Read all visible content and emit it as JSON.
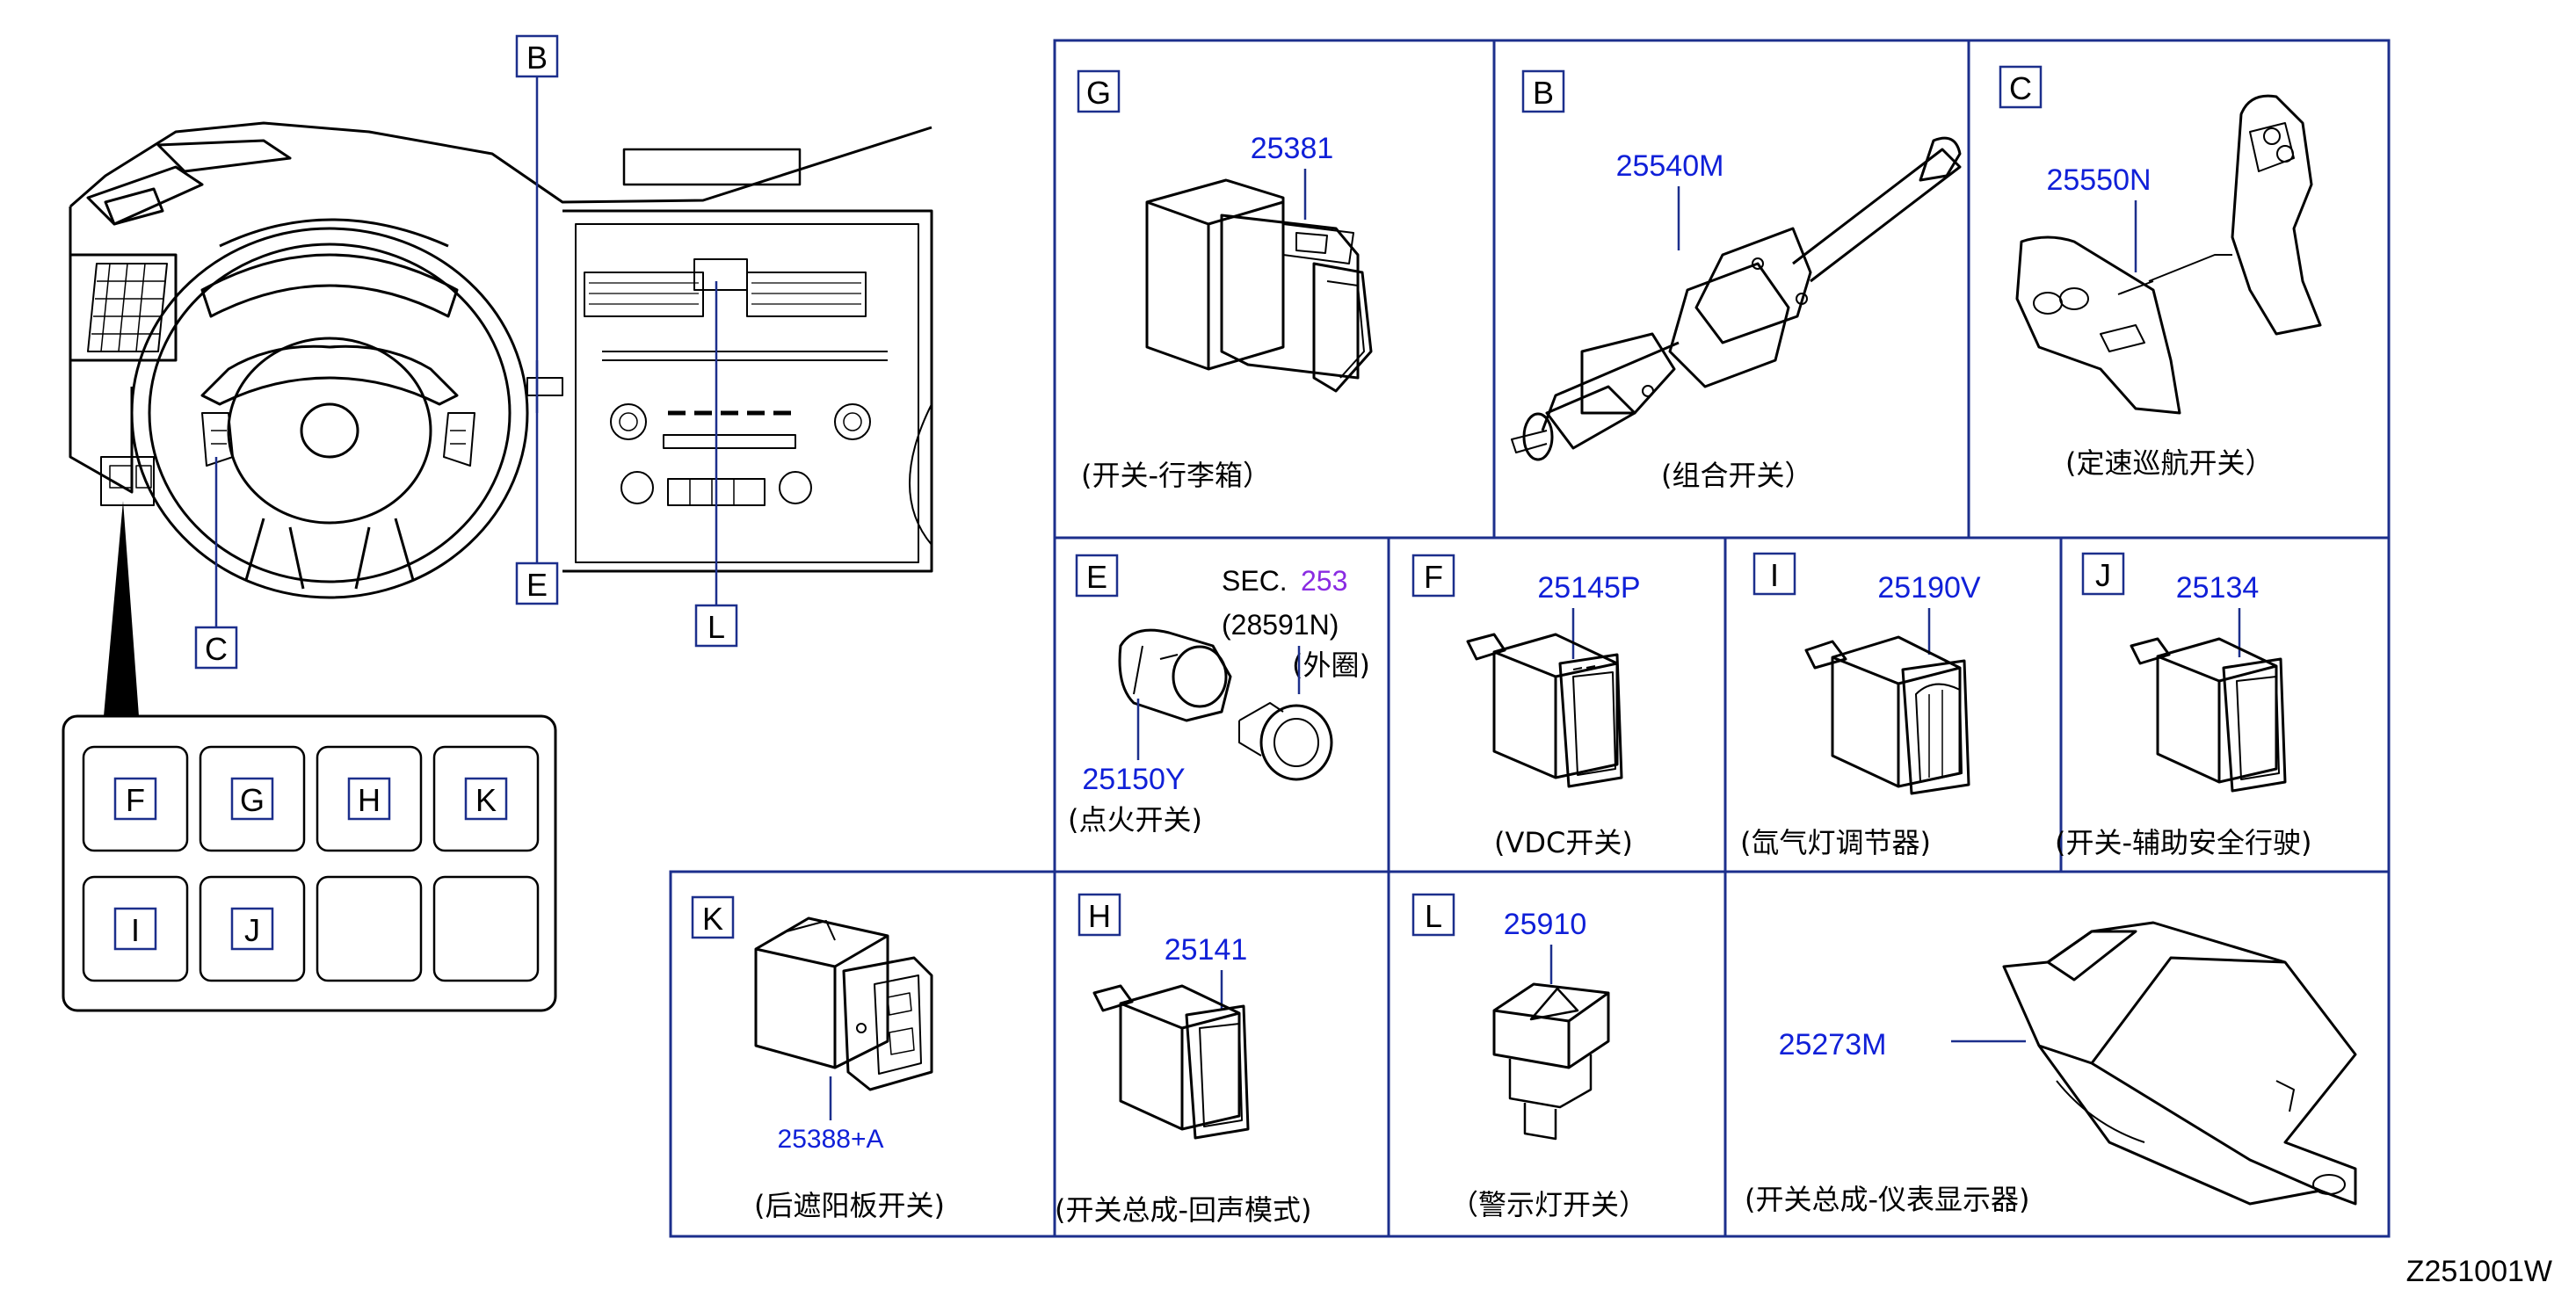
{
  "callouts": {
    "overview": [
      "B",
      "E",
      "C",
      "L"
    ],
    "keypad": [
      "F",
      "G",
      "H",
      "K",
      "I",
      "J"
    ]
  },
  "panels": {
    "G": {
      "letter": "G",
      "part": "25381",
      "caption": "(开关-行李箱）"
    },
    "B": {
      "letter": "B",
      "part": "25540M",
      "caption": "(组合开关）"
    },
    "C": {
      "letter": "C",
      "part": "25550N",
      "caption": "(定速巡航开关）"
    },
    "E": {
      "letter": "E",
      "sec_label": "SEC.",
      "sec_num": "253",
      "ref": "(28591N)",
      "ring": "(外圈)",
      "part": "25150Y",
      "caption": "(点火开关)"
    },
    "F": {
      "letter": "F",
      "part": "25145P",
      "caption": "(VDC开关)"
    },
    "I": {
      "letter": "I",
      "part": "25190V",
      "caption": "(氙气灯调节器)"
    },
    "J": {
      "letter": "J",
      "part": "25134",
      "caption": "(开关-辅助安全行驶)"
    },
    "K": {
      "letter": "K",
      "part": "25388+A",
      "caption": "(后遮阳板开关)"
    },
    "H": {
      "letter": "H",
      "part": "25141",
      "caption": "(开关总成-回声模式)"
    },
    "L": {
      "letter": "L",
      "part": "25910",
      "caption": "（警示灯开关）"
    },
    "M": {
      "part": "25273M",
      "caption": "(开关总成-仪表显示器)"
    }
  },
  "diagram_id": "Z251001W",
  "colors": {
    "frame": "#1c2f8c",
    "partno": "#1020d8",
    "sec": "#8a2be2",
    "ink": "#000000"
  }
}
